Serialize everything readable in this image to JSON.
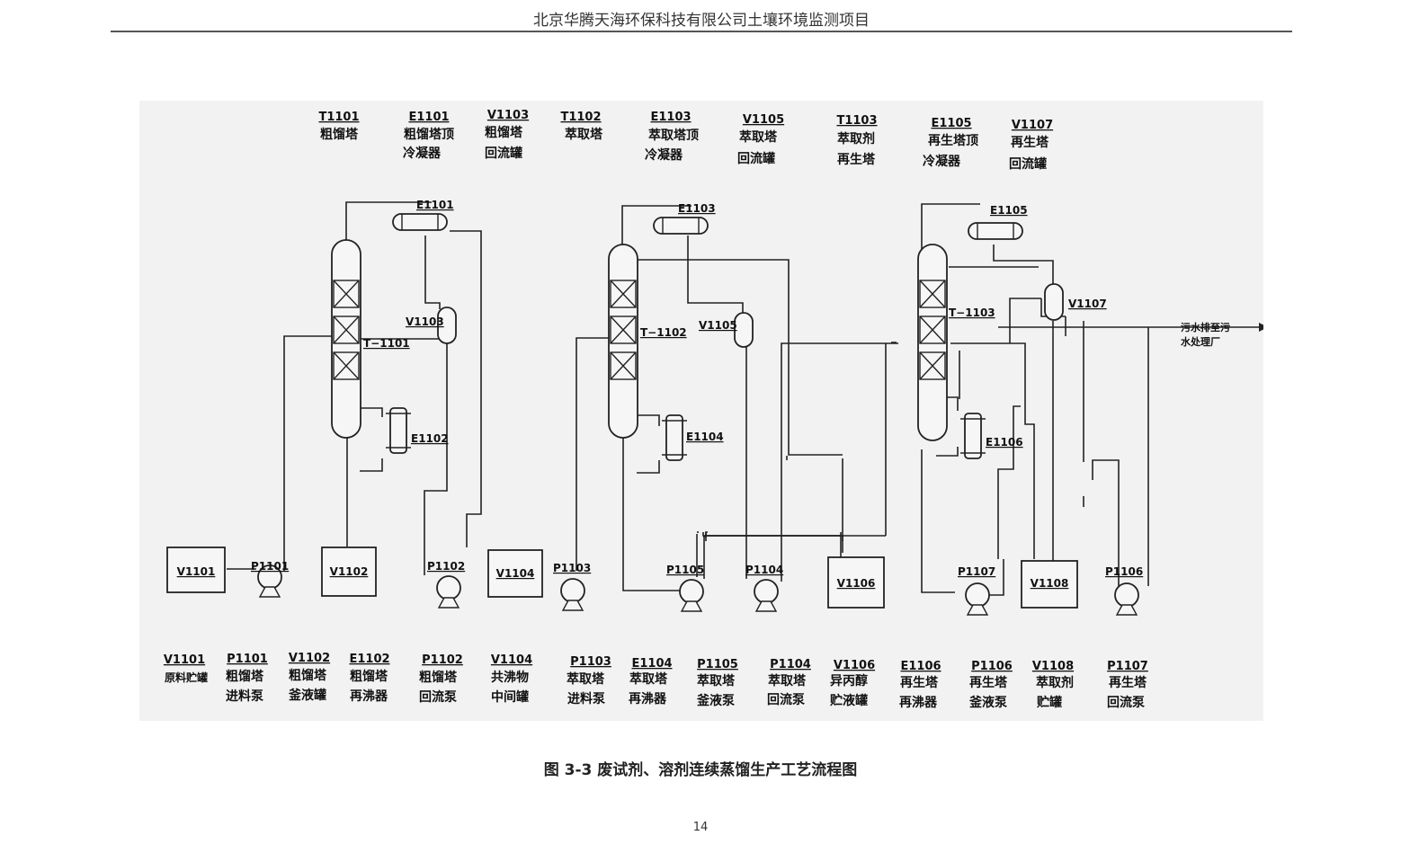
{
  "header": {
    "title": "北京华腾天海环保科技有限公司土壤环境监测项目"
  },
  "top_labels": [
    {
      "code": "T1101",
      "lines": [
        "粗馏塔"
      ]
    },
    {
      "code": "E1101",
      "lines": [
        "粗馏塔顶",
        "冷凝器"
      ]
    },
    {
      "code": "V1103",
      "lines": [
        "粗馏塔",
        "回流罐"
      ]
    },
    {
      "code": "T1102",
      "lines": [
        "萃取塔"
      ]
    },
    {
      "code": "E1103",
      "lines": [
        "萃取塔顶",
        "冷凝器"
      ]
    },
    {
      "code": "V1105",
      "lines": [
        "萃取塔",
        "回流罐"
      ]
    },
    {
      "code": "T1103",
      "lines": [
        "萃取剂",
        "再生塔"
      ]
    },
    {
      "code": "E1105",
      "lines": [
        "再生塔顶",
        "冷凝器"
      ]
    },
    {
      "code": "V1107",
      "lines": [
        "再生塔",
        "回流罐"
      ]
    }
  ],
  "bottom_labels": [
    {
      "code": "V1101",
      "lines": [
        "原料贮罐"
      ]
    },
    {
      "code": "P1101",
      "lines": [
        "粗馏塔",
        "进料泵"
      ]
    },
    {
      "code": "V1102",
      "lines": [
        "粗馏塔",
        "釜液罐"
      ]
    },
    {
      "code": "E1102",
      "lines": [
        "粗馏塔",
        "再沸器"
      ]
    },
    {
      "code": "P1102",
      "lines": [
        "粗馏塔",
        "回流泵"
      ]
    },
    {
      "code": "V1104",
      "lines": [
        "共沸物",
        "中间罐"
      ]
    },
    {
      "code": "P1103",
      "lines": [
        "萃取塔",
        "进料泵"
      ]
    },
    {
      "code": "E1104",
      "lines": [
        "萃取塔",
        "再沸器"
      ]
    },
    {
      "code": "P1105",
      "lines": [
        "萃取塔",
        "釜液泵"
      ]
    },
    {
      "code": "P1104",
      "lines": [
        "萃取塔",
        "回流泵"
      ]
    },
    {
      "code": "V1106",
      "lines": [
        "异丙醇",
        "贮液罐"
      ]
    },
    {
      "code": "E1106",
      "lines": [
        "再生塔",
        "再沸器"
      ]
    },
    {
      "code": "P1106",
      "lines": [
        "再生塔",
        "釜液泵"
      ]
    },
    {
      "code": "V1108",
      "lines": [
        "萃取剂",
        "贮罐"
      ]
    },
    {
      "code": "P1107",
      "lines": [
        "再生塔",
        "回流泵"
      ]
    }
  ],
  "equipment_tags": {
    "E1101": "E1101",
    "E1103": "E1103",
    "E1105": "E1105",
    "T1101": "T−1101",
    "T1102": "T−1102",
    "T1103": "T−1103",
    "V1103": "V1103",
    "V1105": "V1105",
    "V1107": "V1107",
    "E1102": "E1102",
    "E1104": "E1104",
    "E1106": "E1106",
    "V1101": "V1101",
    "V1102": "V1102",
    "V1104": "V1104",
    "V1106": "V1106",
    "V1108": "V1108",
    "P1101": "P1101",
    "P1102": "P1102",
    "P1103": "P1103",
    "P1105": "P1105",
    "P1104": "P1104",
    "P1107": "P1107",
    "P1106": "P1106"
  },
  "outlet_label": [
    "污水排至污",
    "水处理厂"
  ],
  "caption": "图 3-3  废试剂、溶剂连续蒸馏生产工艺流程图",
  "page_number": "14"
}
